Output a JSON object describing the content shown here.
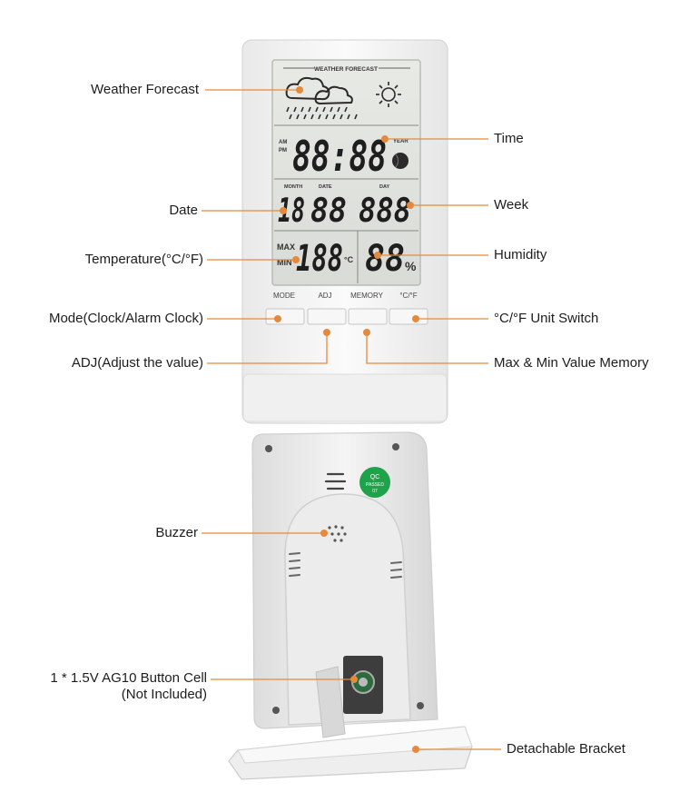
{
  "callouts": {
    "weather_forecast": "Weather Forecast",
    "time": "Time",
    "date": "Date",
    "week": "Week",
    "temperature": "Temperature(°C/°F)",
    "humidity": "Humidity",
    "mode": "Mode(Clock/Alarm Clock)",
    "unit_switch": "°C/°F Unit Switch",
    "adj": "ADJ(Adjust the value)",
    "memory": "Max & Min Value Memory",
    "buzzer": "Buzzer",
    "battery_line1": "1 * 1.5V AG10 Button Cell",
    "battery_line2": "(Not Included)",
    "bracket": "Detachable Bracket"
  },
  "lcd": {
    "header": "WEATHER FORECAST",
    "am": "AM",
    "pm": "PM",
    "time": "88:88",
    "year_tag": "YEAR",
    "month_label": "MONTH",
    "date_label": "DATE",
    "day_label": "DAY",
    "month_value": "18",
    "date_value": "88",
    "day_value": "888",
    "max": "MAX",
    "min": "MIN",
    "temp_value": "188",
    "temp_unit": "°C",
    "humidity_value": "88",
    "humidity_unit": "%"
  },
  "buttons": {
    "mode": "MODE",
    "adj": "ADJ",
    "memory": "MEMORY",
    "unit": "°C/°F"
  },
  "back": {
    "qc_line1": "QC",
    "qc_line2": "PASSED",
    "qc_line3": "07"
  },
  "colors": {
    "accent": "#e58a3c",
    "lcd_bg": "#e2e4df",
    "body": "#f3f3f3",
    "qc_green": "#1ea24a"
  }
}
